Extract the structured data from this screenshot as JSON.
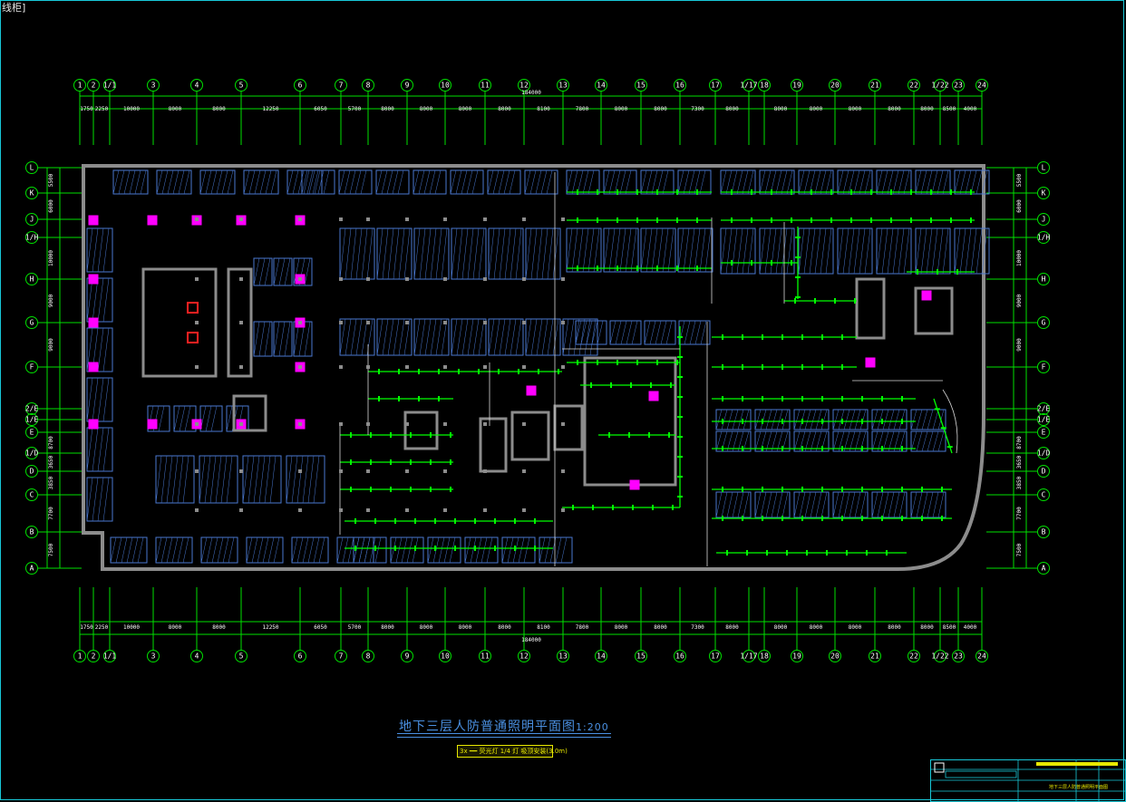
{
  "window": {
    "corner_label": "线柜]"
  },
  "drawing": {
    "title": "地下三层人防普通照明平面图",
    "scale": "1:200",
    "total_width_dim": "184000",
    "colors": {
      "background": "#000000",
      "frame": "#18c8d8",
      "axis_lines": "#00e000",
      "walls": "#8c8c8c",
      "parking": "#4a78d0",
      "lighting_lines": "#00ff00",
      "equipment": "#ff00ff",
      "title_text": "#4a90e2",
      "legend_border": "#e8e800"
    }
  },
  "axes": {
    "columns": [
      "1",
      "2",
      "1/1",
      "3",
      "4",
      "5",
      "6",
      "7",
      "8",
      "9",
      "10",
      "11",
      "12",
      "13",
      "14",
      "15",
      "16",
      "17",
      "1/17",
      "18",
      "19",
      "20",
      "21",
      "22",
      "1/22",
      "23",
      "24"
    ],
    "rows": [
      "L",
      "K",
      "J",
      "1/H",
      "H",
      "G",
      "F",
      "2/E",
      "1/E",
      "E",
      "1/D",
      "D",
      "C",
      "B",
      "A"
    ],
    "column_spacings": [
      "1750",
      "2250",
      "10000",
      "8000",
      "8000",
      "12250",
      "6050",
      "5700",
      "8000",
      "8000",
      "8000",
      "8000",
      "8100",
      "7800",
      "8000",
      "8000",
      "7300",
      "8000",
      "",
      "8000",
      "8000",
      "8000",
      "8000",
      "8000",
      "8500",
      "4000"
    ],
    "row_spacings": [
      "5500",
      "6000",
      "",
      "10000",
      "9000",
      "9000",
      "",
      "",
      "",
      "8700",
      "3650",
      "3850",
      "7700",
      "7500"
    ]
  },
  "legend": {
    "text": "3x ━━ 荧光灯 1/4 灯 吸顶安装(3.0m)"
  },
  "title_block": {
    "drawing_name": "地下三层人防普通照明平面图"
  }
}
